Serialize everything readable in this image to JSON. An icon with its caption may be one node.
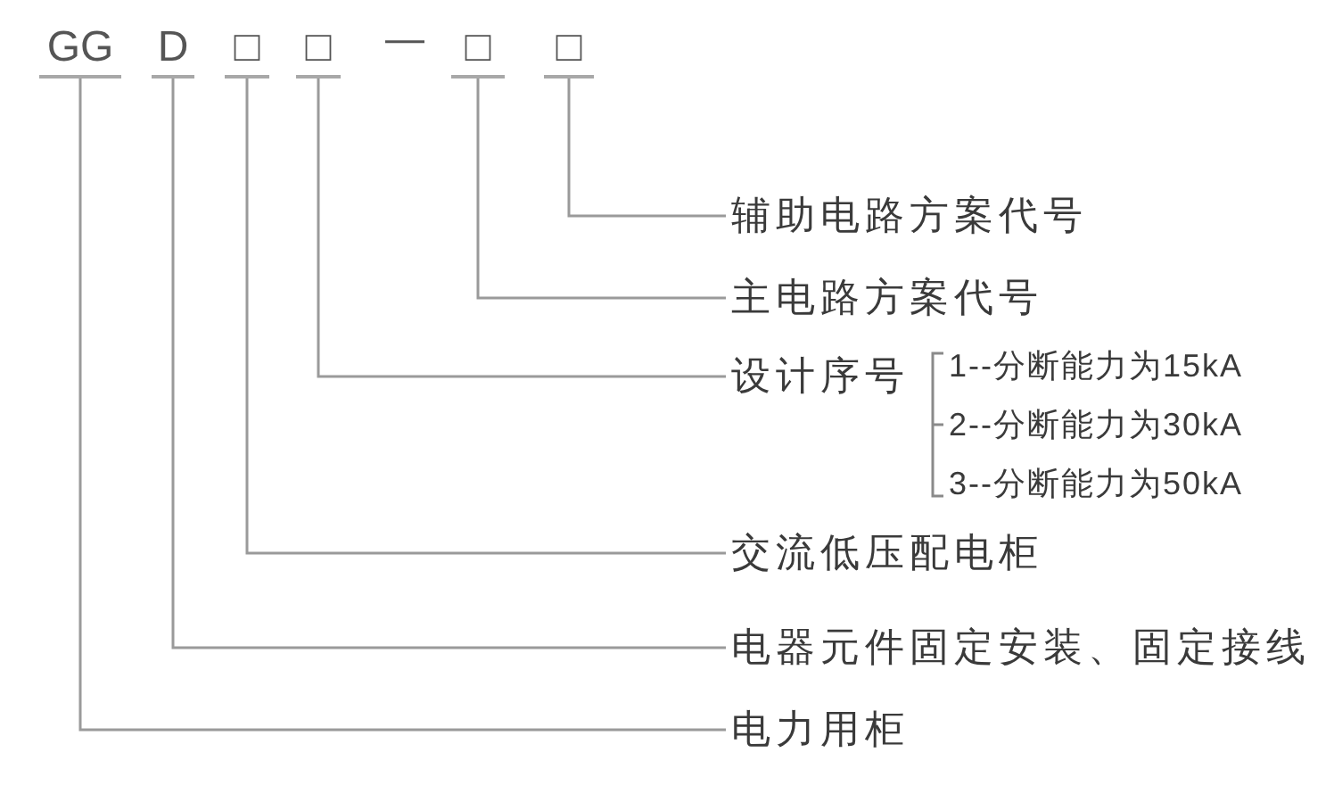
{
  "diagram": {
    "nodes": [
      {
        "text": [
          "GG"
        ]
      },
      {
        "text": [
          "D"
        ]
      },
      {
        "text": [
          "□"
        ]
      },
      {
        "text": [
          "□"
        ]
      },
      {
        "text": [
          "□"
        ]
      },
      {
        "text": [
          "□"
        ]
      },
      {
        "text": [
          "辅助电路方案代号"
        ]
      },
      {
        "text": [
          "主电路方案代号"
        ]
      },
      {
        "text": [
          "设计序号"
        ],
        "beside": [
          "1--分断能力为15kA",
          "2--分断能力为30kA",
          "3--分断能力为50kA"
        ]
      },
      {
        "text": [
          "交流低压配电柜"
        ]
      },
      {
        "text": [
          "电器元件固定安装、固定接线"
        ]
      },
      {
        "text": [
          "电力用柜"
        ]
      }
    ],
    "edges": [
      {
        "from": 0,
        "to": 11,
        "arrow": "none"
      },
      {
        "from": 1,
        "to": 10,
        "arrow": "none"
      },
      {
        "from": 2,
        "to": 9,
        "arrow": "none"
      },
      {
        "from": 3,
        "to": 8,
        "arrow": "none"
      },
      {
        "from": 4,
        "to": 7,
        "arrow": "none"
      },
      {
        "from": 5,
        "to": 6,
        "arrow": "none"
      }
    ],
    "labels": [
      "—"
    ]
  }
}
